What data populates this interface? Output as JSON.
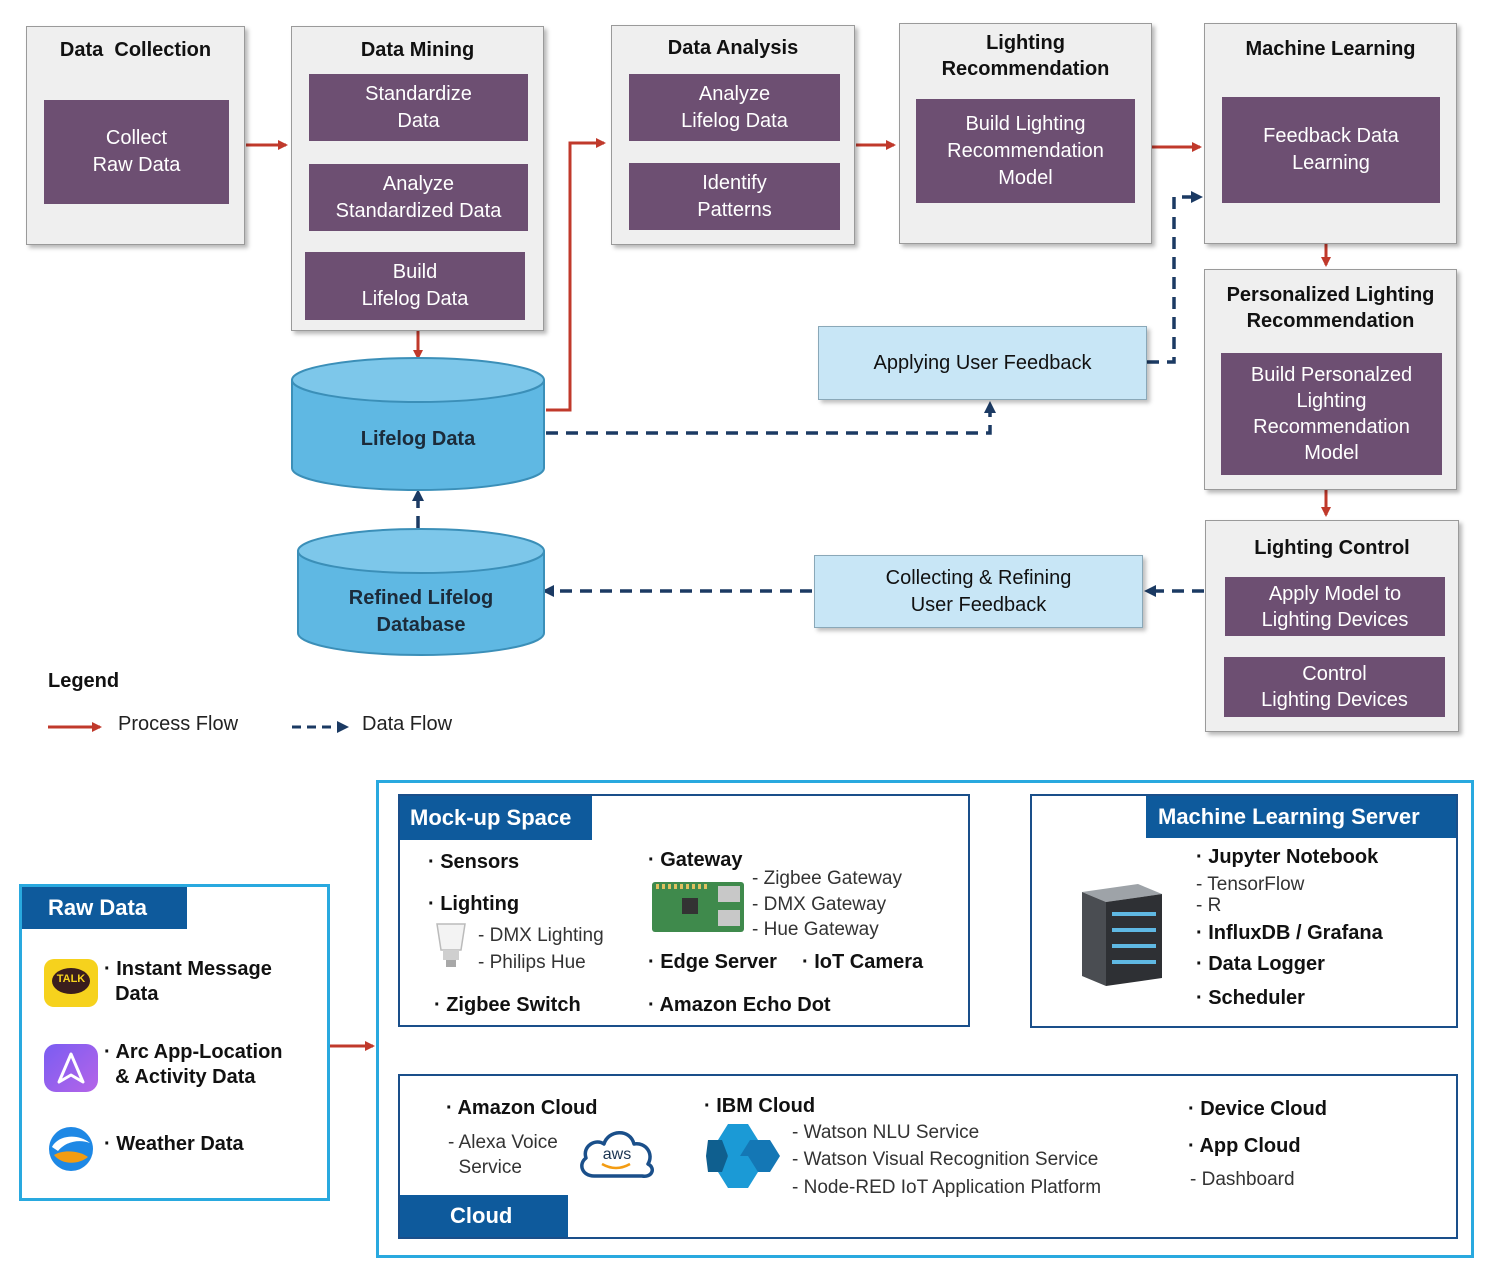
{
  "process": {
    "data_collection": {
      "title": "Data  Collection",
      "step1": "Collect\nRaw Data"
    },
    "data_mining": {
      "title": "Data Mining",
      "step1": "Standardize\nData",
      "step2": "Analyze\nStandardized Data",
      "step3": "Build\nLifelog Data"
    },
    "data_analysis": {
      "title": "Data Analysis",
      "step1": "Analyze\nLifelog Data",
      "step2": "Identify\nPatterns"
    },
    "lighting_recommendation": {
      "title": "Lighting\nRecommendation",
      "step1": "Build  Lighting\nRecommendation\nModel"
    },
    "machine_learning": {
      "title": "Machine Learning",
      "step1": "Feedback Data\nLearning"
    },
    "personalized": {
      "title": "Personalized Lighting\nRecommendation",
      "step1": "Build  Personalzed\nLighting\nRecommendation\nModel"
    },
    "lighting_control": {
      "title": "Lighting Control",
      "step1": "Apply Model to\nLighting Devices",
      "step2": "Control\nLighting Devices"
    }
  },
  "feedback": {
    "applying": "Applying User Feedback",
    "collecting": "Collecting & Refining\nUser Feedback"
  },
  "databases": {
    "lifelog": "Lifelog Data",
    "refined": "Refined Lifelog\nDatabase"
  },
  "legend": {
    "title": "Legend",
    "process_flow": "Process Flow",
    "data_flow": "Data Flow"
  },
  "colors": {
    "process_box": "#6d4f72",
    "process_arrow": "#c0392b",
    "data_arrow": "#1b3a63",
    "db_fill": "#5fb8e3",
    "feedback_box": "#c8e6f6",
    "frame": "#29a9df",
    "tab": "#0e5a9c"
  },
  "architecture": {
    "raw_data": {
      "title": "Raw Data",
      "items": [
        "· Instant Message\n  Data",
        "· Arc App-Location\n  & Activity Data",
        "· Weather Data"
      ],
      "icons": [
        "kakaotalk-icon",
        "arc-app-icon",
        "weather-icon"
      ],
      "talk_badge": "TALK"
    },
    "mockup": {
      "title": "Mock-up Space",
      "sensors": "· Sensors",
      "lighting": "· Lighting",
      "lighting_sub": [
        "- DMX Lighting",
        "- Philips Hue"
      ],
      "gateway": "· Gateway",
      "gateway_sub": [
        "- Zigbee Gateway",
        "- DMX Gateway",
        "- Hue Gateway"
      ],
      "edge_server": "· Edge Server",
      "iot_camera": "· IoT Camera",
      "zigbee_switch": "· Zigbee Switch",
      "echo_dot": "· Amazon Echo Dot"
    },
    "ml_server": {
      "title": "Machine Learning Server",
      "jupyter": "· Jupyter Notebook",
      "jupyter_sub": [
        "- TensorFlow",
        "- R"
      ],
      "influx": "· InfluxDB / Grafana",
      "logger": "· Data Logger",
      "scheduler": "· Scheduler"
    },
    "cloud": {
      "title": "Cloud",
      "amazon": "· Amazon Cloud",
      "amazon_sub": "- Alexa Voice\n  Service",
      "aws_badge": "aws",
      "ibm": "· IBM Cloud",
      "ibm_sub": [
        "- Watson NLU Service",
        "- Watson Visual Recognition Service",
        "- Node-RED IoT Application Platform"
      ],
      "device_cloud": "· Device Cloud",
      "app_cloud": "· App Cloud",
      "app_cloud_sub": "- Dashboard"
    }
  }
}
